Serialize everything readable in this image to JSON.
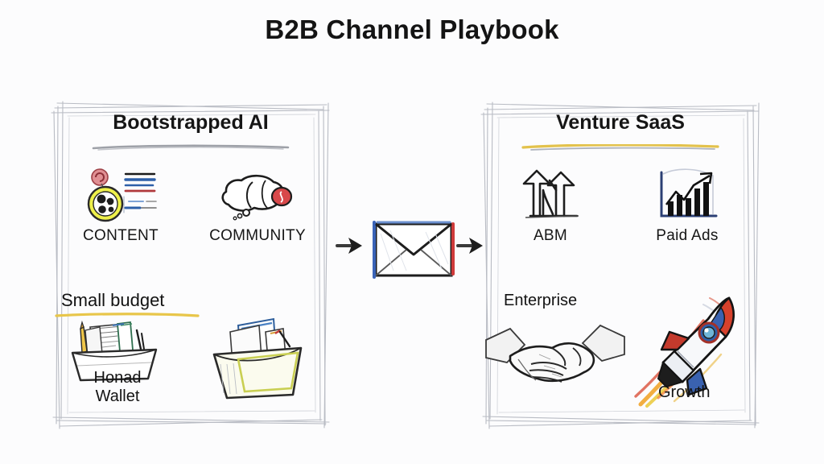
{
  "page": {
    "title": "B2B Channel Playbook",
    "background_color": "#fcfcfd",
    "ink_color": "#161616"
  },
  "left_panel": {
    "heading": "Bootstrapped AI",
    "underline_color": "#8d9099",
    "upper_items": [
      {
        "label": "CONTENT",
        "icon": "content-badge-icon"
      },
      {
        "label": "COMMUNITY",
        "icon": "speech-bubbles-icon"
      }
    ],
    "lower_items": [
      {
        "label": "Small budget",
        "icon": "desk-organizer-icon",
        "underline_color": "#e8c64a",
        "sub_label_line1": "Honad",
        "sub_label_line2": "Wallet"
      },
      {
        "label": "",
        "icon": "file-basket-icon"
      }
    ]
  },
  "right_panel": {
    "heading": "Venture SaaS",
    "underline_color": "#e3c24c",
    "upper_items": [
      {
        "label": "ABM",
        "icon": "up-arrows-icon"
      },
      {
        "label": "Paid Ads",
        "icon": "bar-chart-growth-icon"
      }
    ],
    "lower_items": [
      {
        "label": "Enterprise",
        "icon": "handshake-icon"
      },
      {
        "label": "Growth",
        "icon": "rocket-icon"
      }
    ]
  },
  "center": {
    "icon": "envelope-icon",
    "arrow_left": "arrow-right-icon",
    "arrow_right": "arrow-right-icon",
    "envelope_left_accent": "#3a63b8",
    "envelope_right_accent": "#cf3a3a"
  }
}
